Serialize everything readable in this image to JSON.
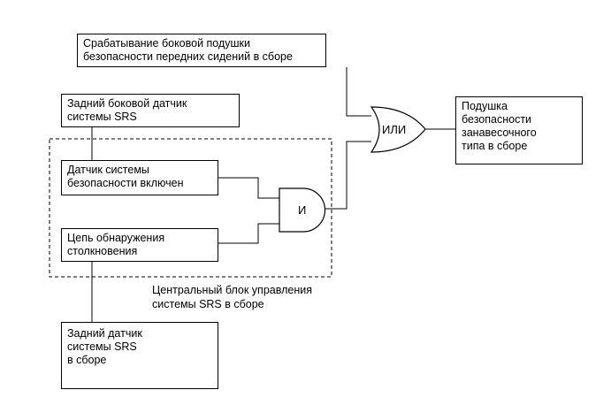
{
  "boxes": {
    "front_airbag": "Срабатывание боковой подушки\nбезопасности передних сидений в сборе",
    "rear_side_sensor": "Задний боковой датчик\nсистемы SRS",
    "safing_sensor": "Датчик системы\nбезопасности включен",
    "collision_circuit": "Цепь обнаружения\nстолкновения",
    "rear_sensor_assy": "Задний датчик\nсистемы SRS\nв сборе",
    "curtain_airbag": "Подушка\nбезопасности\nзанавесочного\nтипа в сборе"
  },
  "gates": {
    "or_label": "ИЛИ",
    "and_label": "И"
  },
  "group_caption": "Центральный блок управления\nсистемы SRS в сборе"
}
